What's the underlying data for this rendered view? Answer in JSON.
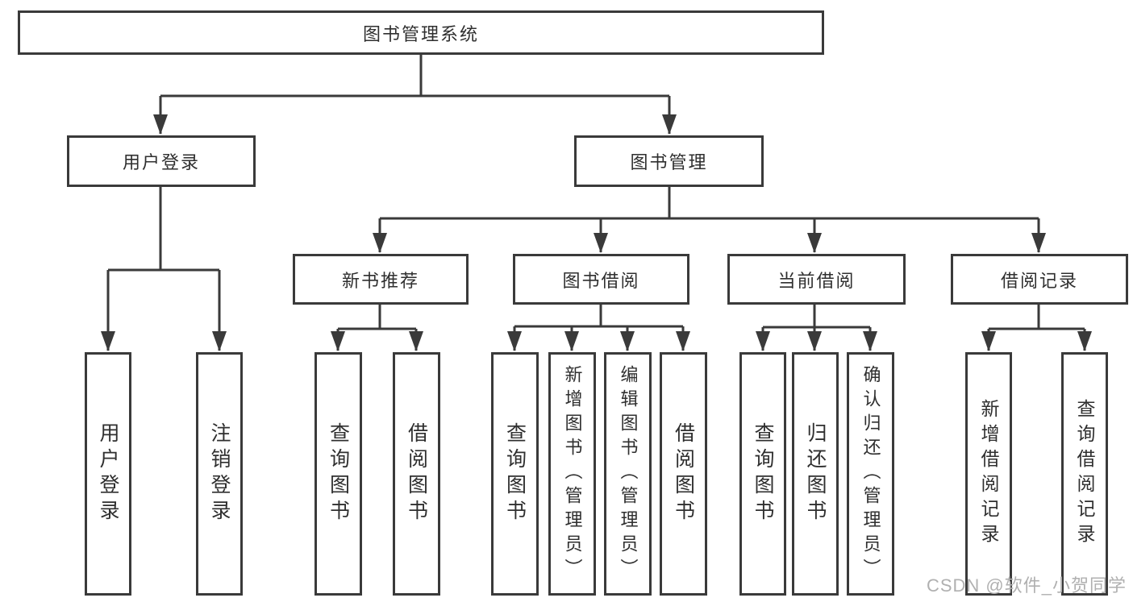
{
  "tree": {
    "label": "图书管理系统",
    "children": [
      {
        "label": "用户登录",
        "children": [
          {
            "label": "用户登录"
          },
          {
            "label": "注销登录"
          }
        ]
      },
      {
        "label": "图书管理",
        "children": [
          {
            "label": "新书推荐",
            "children": [
              {
                "label": "查询图书"
              },
              {
                "label": "借阅图书"
              }
            ]
          },
          {
            "label": "图书借阅",
            "children": [
              {
                "label": "查询图书"
              },
              {
                "label": "新增图书（管理员）"
              },
              {
                "label": "编辑图书（管理员）"
              },
              {
                "label": "借阅图书"
              }
            ]
          },
          {
            "label": "当前借阅",
            "children": [
              {
                "label": "查询图书"
              },
              {
                "label": "归还图书"
              },
              {
                "label": "确认归还（管理员）"
              }
            ]
          },
          {
            "label": "借阅记录",
            "children": [
              {
                "label": "新增借阅记录"
              },
              {
                "label": "查询借阅记录"
              }
            ]
          }
        ]
      }
    ]
  },
  "watermark": {
    "text": "CSDN @软件_小贺同学"
  },
  "colors": {
    "line": "#3a3a3a",
    "box_border": "#3a3a3a",
    "box_background": "#ffffff",
    "text": "#2f2f2f",
    "watermark": "#b0b0b0",
    "page_background": "#ffffff"
  }
}
